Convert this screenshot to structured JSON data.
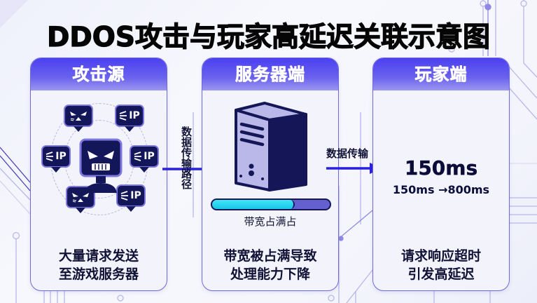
{
  "title": "DDOS攻击与玩家高延迟关联示意图",
  "colors": {
    "header_gradient_top": "#4b40f0",
    "header_gradient_bottom": "#9c97f0",
    "card_border": "#6e68d8",
    "card_bg": "#f3f3fc",
    "icon_dark": "#131659",
    "arrow": "#2a1fe0",
    "progress_fill": "#22d3ee",
    "progress_track": "#6560d0"
  },
  "cards": [
    {
      "header": "攻击源",
      "icons": {
        "center": "angry-monitor-icon",
        "bubbles": [
          "angry-face-icon",
          "ip-icon",
          "ip-icon",
          "ip-icon",
          "angry-face-icon",
          "ip-icon"
        ],
        "ip_label": "IP"
      },
      "footer_line1": "大量请求发送",
      "footer_line2": "至游戏服务器"
    },
    {
      "header": "服务器端",
      "icon": "server-tower-icon",
      "bandwidth": {
        "label": "带宽占满占",
        "fill_percent": 70
      },
      "footer_line1": "带宽被占满导致",
      "footer_line2": "处理能力下降"
    },
    {
      "header": "玩家端",
      "latency_value": "150ms",
      "latency_change": "150ms →800ms",
      "footer_line1": "请求响应超时",
      "footer_line2": "引发高延迟"
    }
  ],
  "connectors": [
    {
      "label": "数据传输路径",
      "direction": "right",
      "orientation": "vertical"
    },
    {
      "label": "数据传输",
      "direction": "right",
      "orientation": "horizontal"
    }
  ]
}
